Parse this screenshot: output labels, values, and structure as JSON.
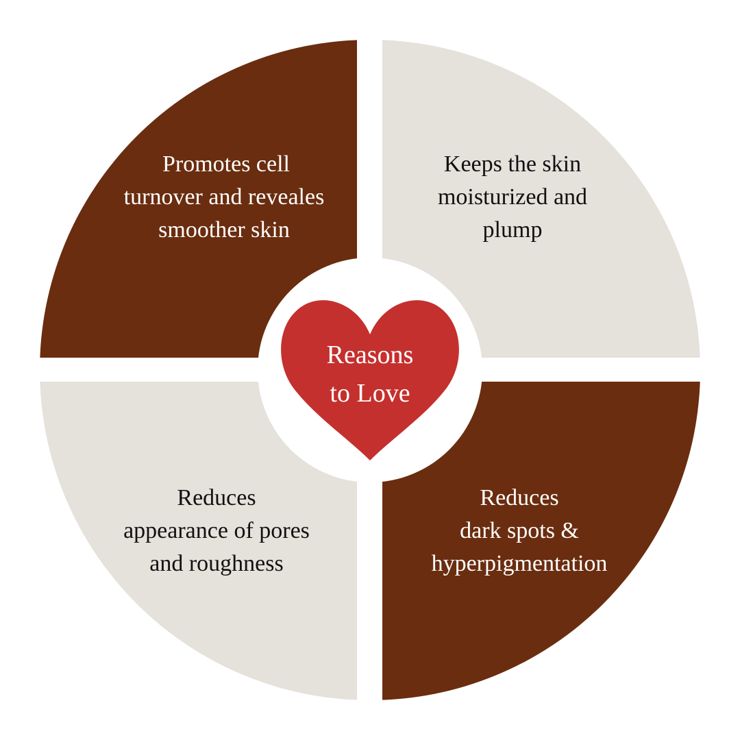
{
  "colors": {
    "brown": "#6A2D0F",
    "beige": "#E5E1DB",
    "heart": "#C4302E",
    "background": "#FFFFFF"
  },
  "center": {
    "icon": "heart-icon",
    "lines": [
      "Reasons",
      "to Love"
    ]
  },
  "quadrants": [
    {
      "position": "top-left",
      "lines": [
        "Promotes cell",
        "turnover and reveales",
        "smoother skin"
      ]
    },
    {
      "position": "top-right",
      "lines": [
        "Keeps the skin",
        "moisturized and",
        "plump"
      ]
    },
    {
      "position": "bottom-left",
      "lines": [
        "Reduces",
        "appearance of pores",
        "and roughness"
      ]
    },
    {
      "position": "bottom-right",
      "lines": [
        "Reduces",
        "dark spots &",
        "hyperpigmentation"
      ]
    }
  ]
}
